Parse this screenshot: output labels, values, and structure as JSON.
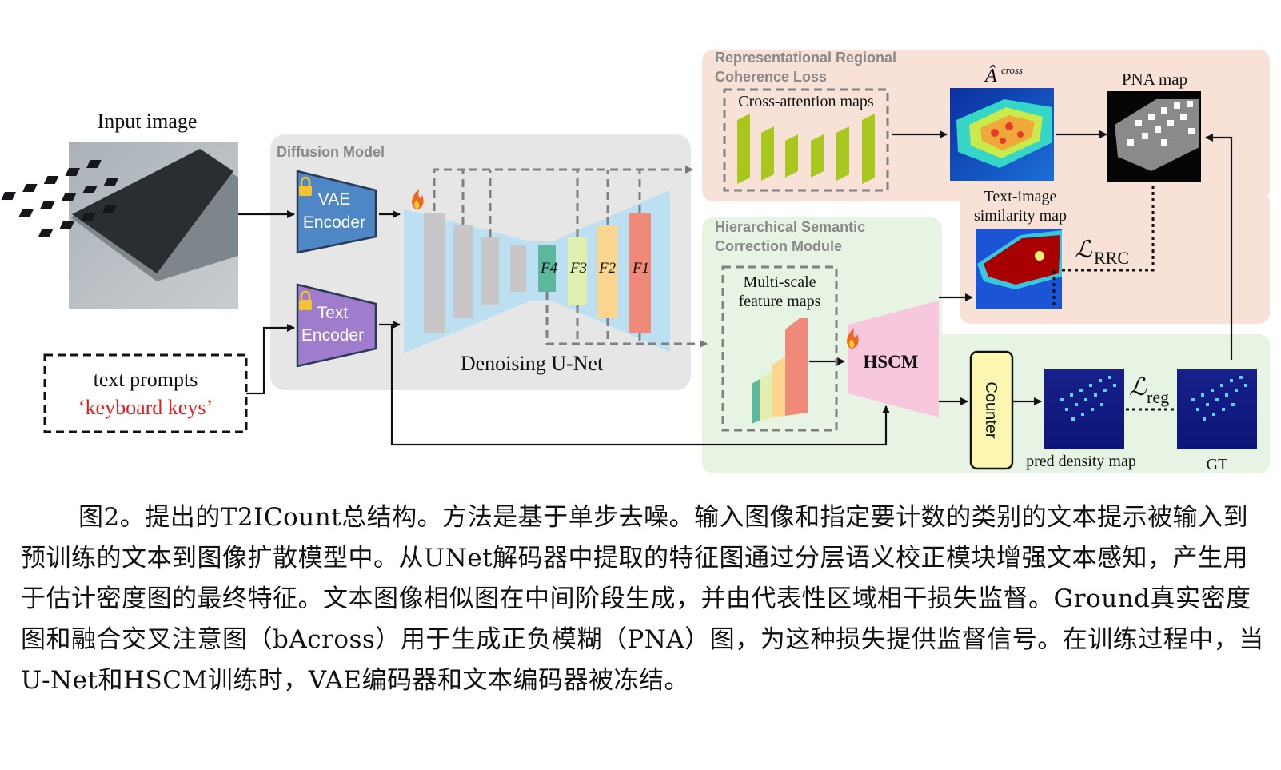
{
  "labels": {
    "input_image": "Input image",
    "text_prompts_line1": "text prompts",
    "text_prompts_line2": "‘keyboard keys’",
    "diffusion_model": "Diffusion Model",
    "vae_line1": "VAE",
    "vae_line2": "Encoder",
    "text_enc_line1": "Text",
    "text_enc_line2": "Encoder",
    "denoising_unet": "Denoising U-Net",
    "f4": "F4",
    "f3": "F3",
    "f2": "F2",
    "f1": "F1",
    "rrc_title_line1": "Representational Regional",
    "rrc_title_line2": "Coherence Loss",
    "cross_attention_maps": "Cross-attention maps",
    "a_cross_symbol": "Â",
    "a_cross_superscript": "cross",
    "pna_map": "PNA map",
    "text_image_sim_line1": "Text-image",
    "text_image_sim_line2": "similarity map",
    "l_rrc": "ℒ",
    "l_rrc_sub": "RRC",
    "hscm_title_line1": "Hierarchical Semantic",
    "hscm_title_line2": "Correction Module",
    "multiscale_line1": "Multi-scale",
    "multiscale_line2": "feature maps",
    "hscm": "HSCM",
    "counter": "Counter",
    "l_reg": "ℒ",
    "l_reg_sub": "reg",
    "pred_density_map": "pred density map",
    "gt": "GT"
  },
  "caption": "图2。提出的T2ICount总结构。方法是基于单步去噪。输入图像和指定要计数的类别的文本提示被输入到预训练的文本到图像扩散模型中。从UNet解码器中提取的特征图通过分层语义校正模块增强文本感知，产生用于估计密度图的最终特征。文本图像相似图在中间阶段生成，并由代表性区域相干损失监督。Ground真实密度图和融合交叉注意图（bAcross）用于生成正负模糊（PNA）图，为这种损失提供监督信号。在训练过程中，当U-Net和HSCM训练时，VAE编码器和文本编码器被冻结。",
  "colors": {
    "prompt_red": "#e02020",
    "encoder_blue": "#4f86c6",
    "encoder_purple": "#a07ccc",
    "unet_blue": "#bcdff2",
    "rrc_bg": "#f8e1d6",
    "hscm_bg": "#e7f4e4",
    "diffusion_bg": "#e6e6e6",
    "hscm_pink": "#f7c7de",
    "counter_yellow": "#fbf7b0"
  }
}
